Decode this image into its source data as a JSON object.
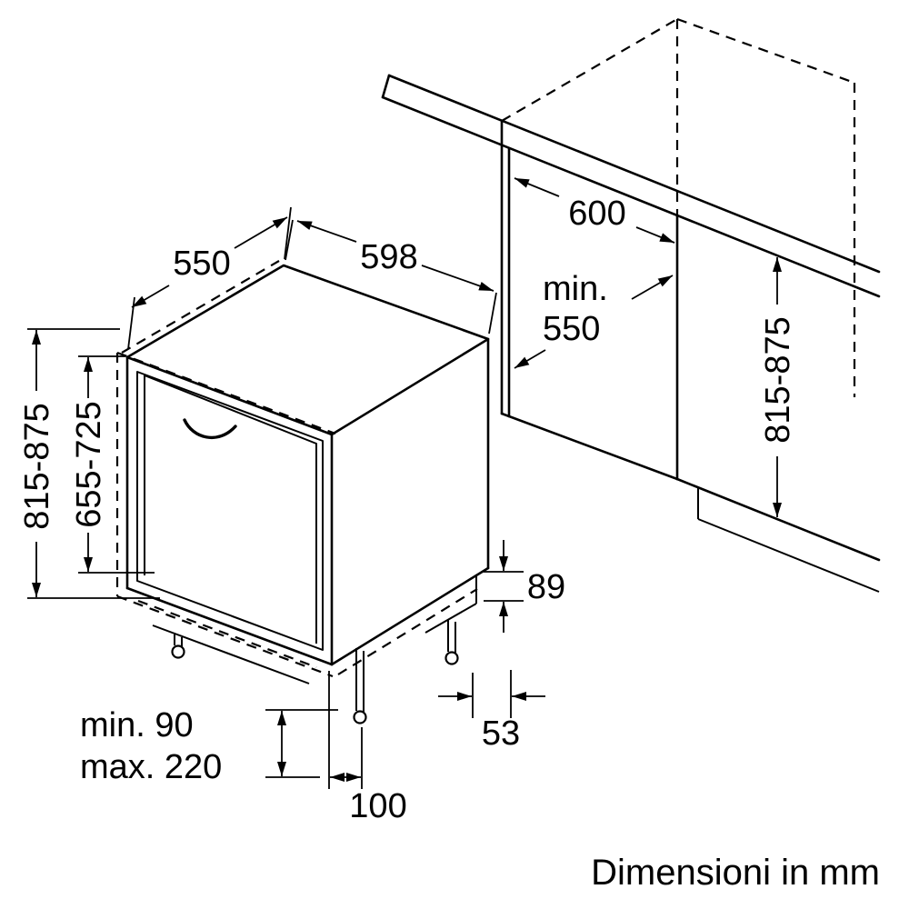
{
  "colors": {
    "ink": "#000000",
    "background": "#ffffff"
  },
  "appliance": {
    "depth": "550",
    "width": "598",
    "height_range": "815-875",
    "door_panel_height_range": "655-725",
    "rear_recess_height": "89",
    "rear_foot_inset": "53",
    "plinth_min": "min. 90",
    "plinth_max": "max. 220",
    "front_foot_inset": "100"
  },
  "niche": {
    "width": "600",
    "depth_prefix": "min.",
    "depth_value": "550",
    "height_range": "815-875"
  },
  "footer": {
    "units_note": "Dimensioni in mm"
  }
}
